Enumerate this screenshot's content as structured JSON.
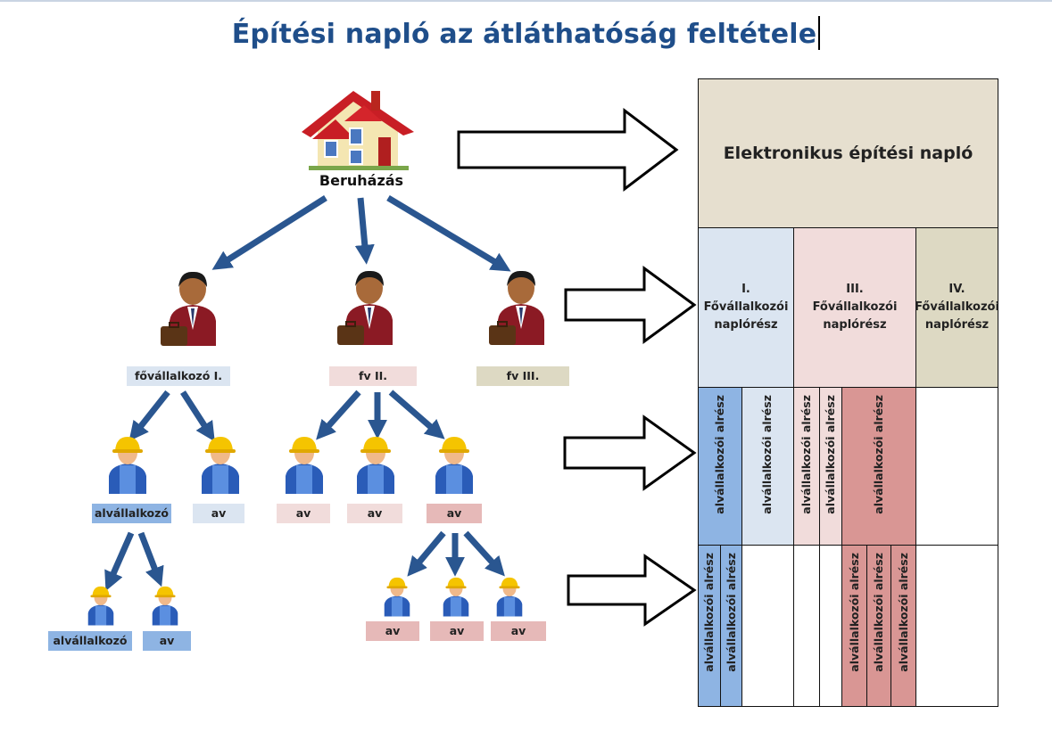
{
  "title": "Építési napló az átláthatóság feltétele",
  "tree": {
    "root_label": "Beruházás",
    "main_contractors": [
      "fővállalkozó I.",
      "fv II.",
      "fv III."
    ],
    "subs_level1": [
      "alvállalkozó",
      "av",
      "av",
      "av",
      "av"
    ],
    "subs_level2": [
      "alvállalkozó",
      "av",
      "av",
      "av",
      "av"
    ]
  },
  "log_table": {
    "top_label": "Elektronikus építési napló",
    "sections": [
      "I.\nFővállalkozói\nnaplórész",
      "III.\nFővállalkozói\nnaplórész",
      "IV.\nFővállalkozói\nnaplórész"
    ],
    "sub_section_label": "alvállalkozói alrész"
  },
  "colors": {
    "title": "#1f4e8a",
    "arrow_blue": "#2a5690",
    "top_cell": "#e6dfcf",
    "section_1": "#dbe5f1",
    "section_3": "#f1dcdb",
    "section_4": "#ddd9c3",
    "sub_blue": "#8eb4e3",
    "sub_red": "#d99694"
  }
}
